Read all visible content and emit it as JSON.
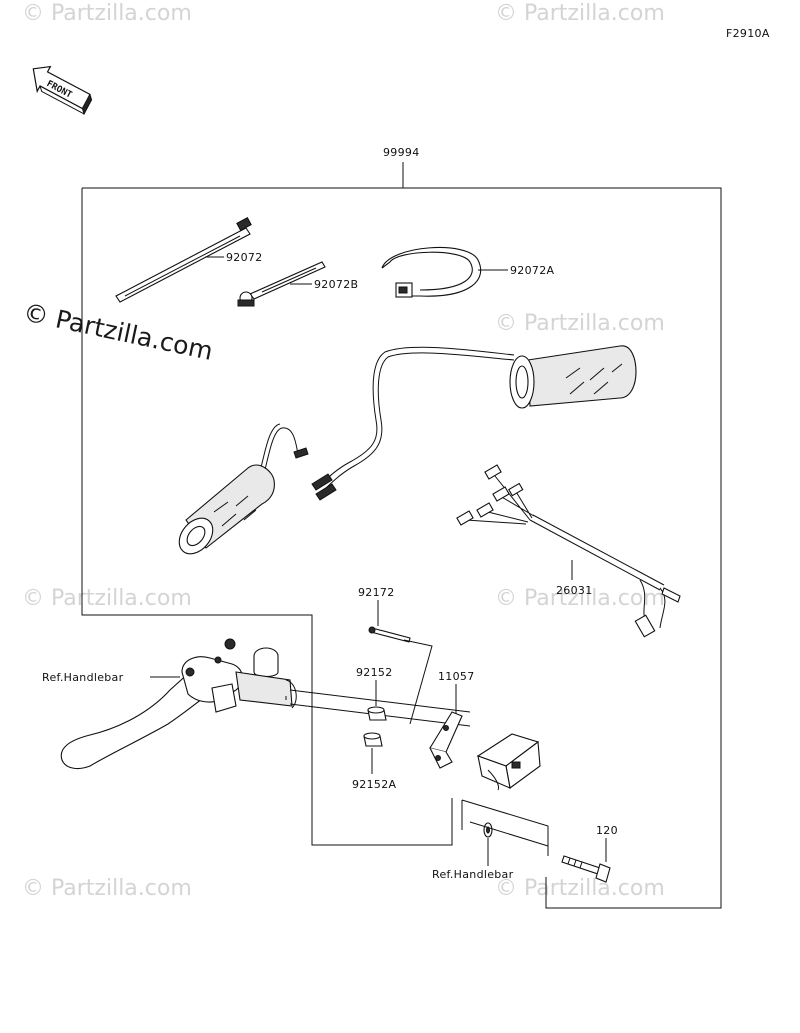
{
  "figure_code": "F2910A",
  "front_arrow_label": "FRONT",
  "watermark": {
    "text": "© Partzilla.com",
    "big_text": "© Partzilla.com"
  },
  "callouts": {
    "kit": "99994",
    "tie_long": "92072",
    "tie_short": "92072B",
    "tie_wide": "92072A",
    "harness": "26031",
    "screw": "92172",
    "spacer": "92152",
    "spacer_a": "92152A",
    "bracket": "11057",
    "bolt": "120",
    "ref_handlebar_left": "Ref.Handlebar",
    "ref_handlebar_bottom": "Ref.Handlebar"
  }
}
